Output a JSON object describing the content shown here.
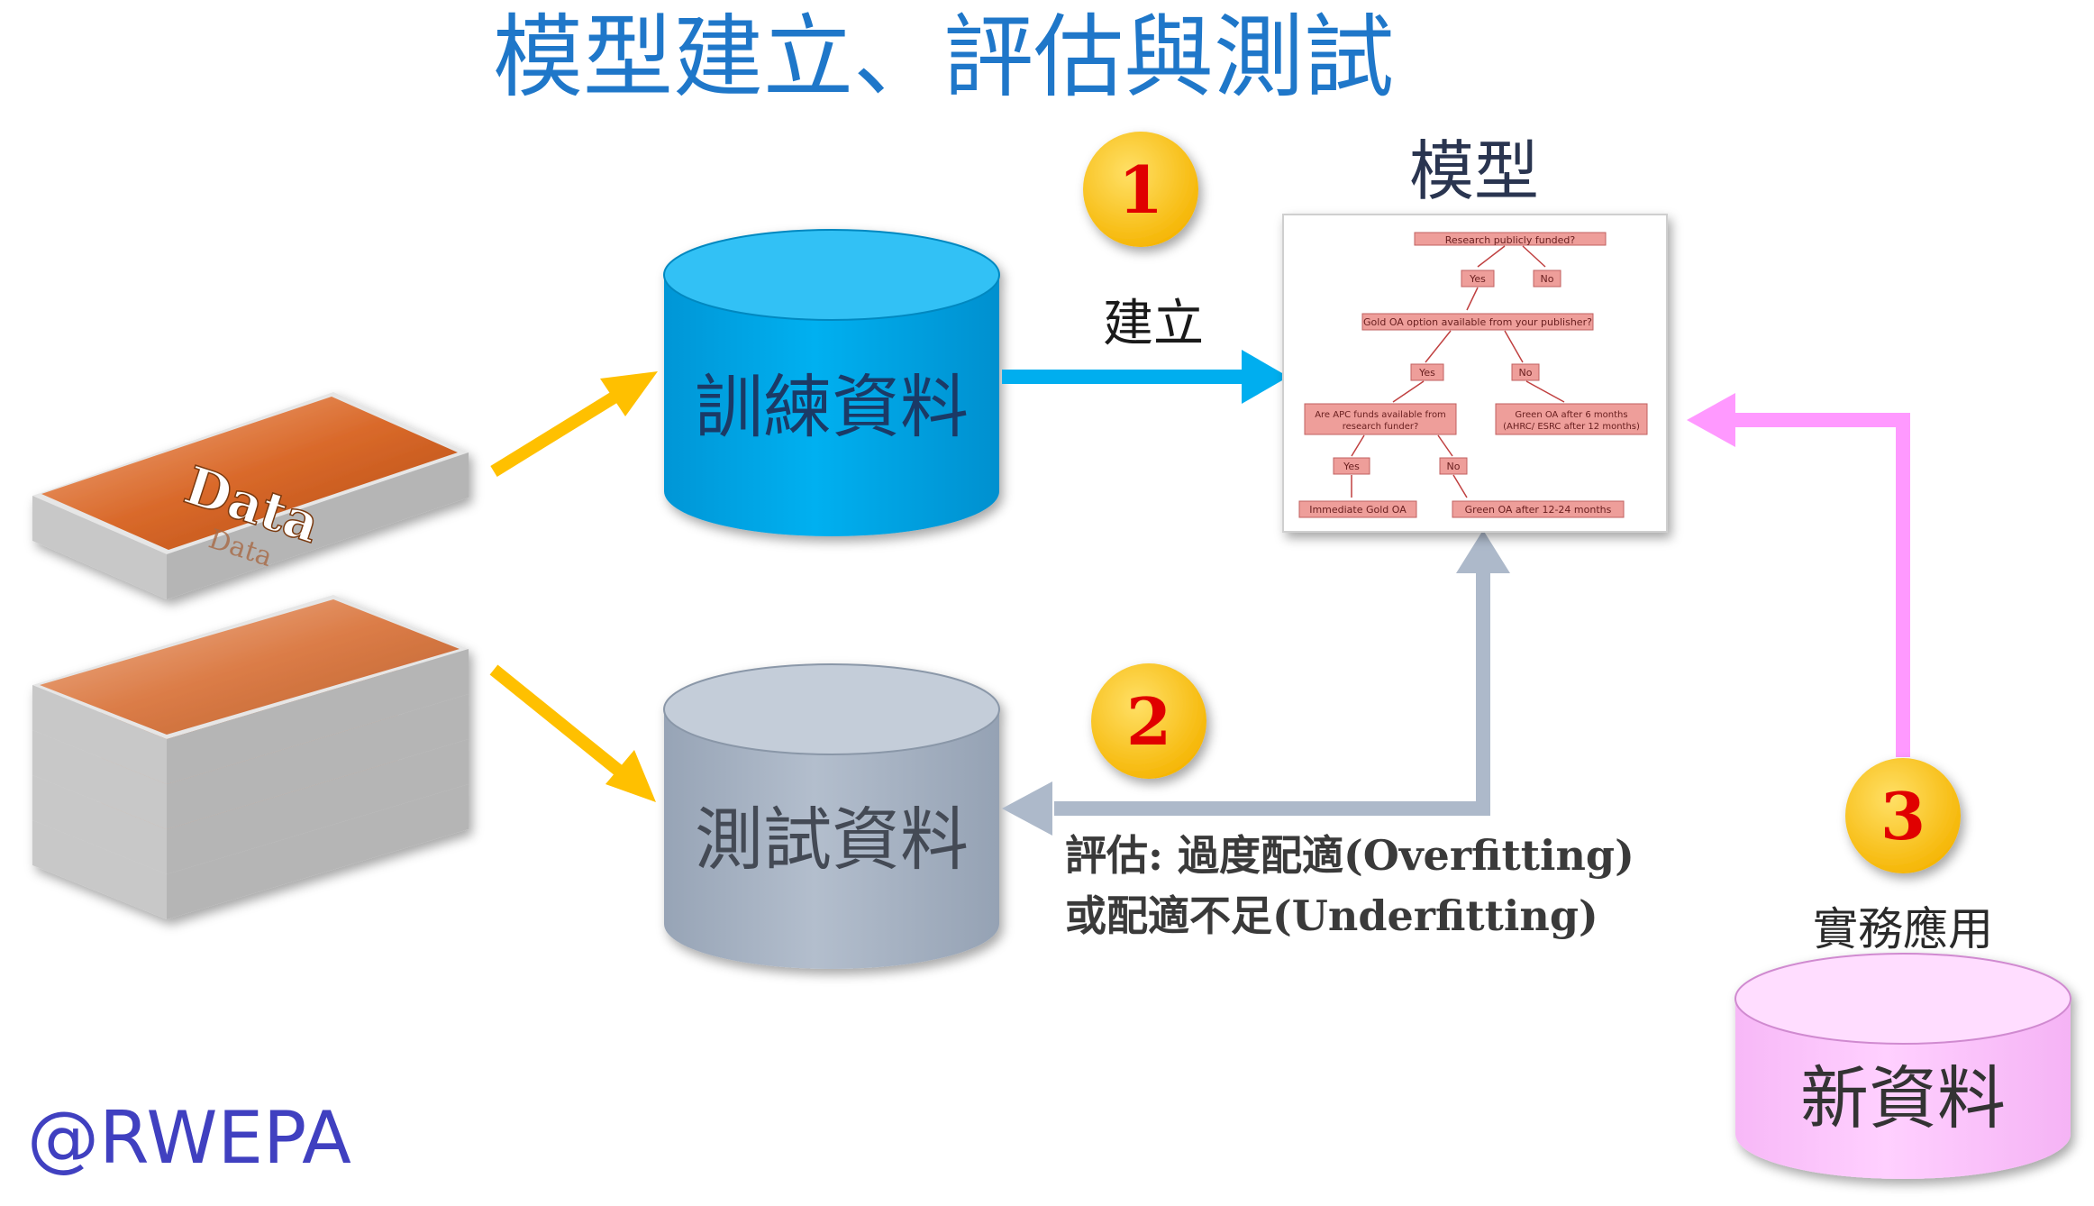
{
  "title": "模型建立、評估與測試",
  "data_stack": {
    "label": "Data",
    "sublabel": "Data"
  },
  "training_db": {
    "label": "訓練資料",
    "color": "#00AEEF"
  },
  "testing_db": {
    "label": "測試資料",
    "color": "#ADB9CA"
  },
  "new_db": {
    "label": "新資料",
    "color": "#FFCCFF"
  },
  "model": {
    "label": "模型",
    "tree": {
      "root": "Research publicly funded?",
      "yes": "Yes",
      "no": "No",
      "q2": "Gold OA option available from your publisher?",
      "q3": "Are APC funds available from research funder?",
      "green6": "Green OA after 6 months (AHRC/ ESRC after 12 months)",
      "immediate": "Immediate Gold OA",
      "green12": "Green OA after 12-24 months"
    }
  },
  "steps": [
    {
      "number": "1",
      "label": "建立"
    },
    {
      "number": "2",
      "label_line1": "評估: 過度配適(Overfitting)",
      "label_line2": "或配適不足(Underfitting)"
    },
    {
      "number": "3",
      "label": "實務應用"
    }
  ],
  "colors": {
    "title": "#1F77C9",
    "arrow_data": "#FFC000",
    "arrow_train": "#00AEEF",
    "arrow_eval": "#ADB9CA",
    "arrow_apply": "#FF99FF",
    "badge_fill": "#FFC000",
    "badge_text": "#E00000",
    "watermark": "#4040C0"
  },
  "watermark": "@RWEPA"
}
